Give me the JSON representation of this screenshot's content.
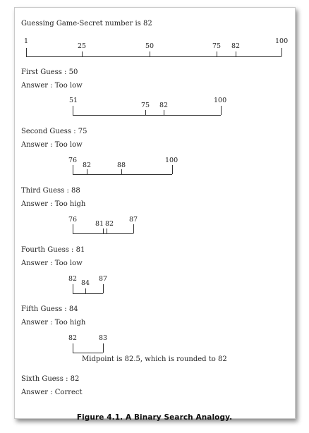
{
  "title": "Guessing Game-Secret number is 82",
  "main_line": {
    "labels": [
      "1",
      "25",
      "50",
      "75",
      "82",
      "100"
    ]
  },
  "steps": [
    {
      "guess": "First Guess : 50",
      "answer": "Answer : Too low",
      "labels": [
        "51",
        "75",
        "82",
        "100"
      ]
    },
    {
      "guess": "Second Guess : 75",
      "answer": "Answer : Too low",
      "labels": [
        "76",
        "82",
        "88",
        "100"
      ]
    },
    {
      "guess": "Third Guess : 88",
      "answer": "Answer : Too high",
      "labels": [
        "76",
        "81",
        "82",
        "87"
      ]
    },
    {
      "guess": "Fourth Guess : 81",
      "answer": "Answer : Too low",
      "labels": [
        "82",
        "84",
        "87"
      ]
    },
    {
      "guess": "Fifth Guess : 84",
      "answer": "Answer : Too high",
      "labels": [
        "82",
        "83"
      ],
      "note": "Midpoint is 82.5, which is rounded to 82"
    },
    {
      "guess": "Sixth Guess : 82",
      "answer": "Answer : Correct"
    }
  ],
  "caption": "Figure 4.1. A Binary Search Analogy."
}
